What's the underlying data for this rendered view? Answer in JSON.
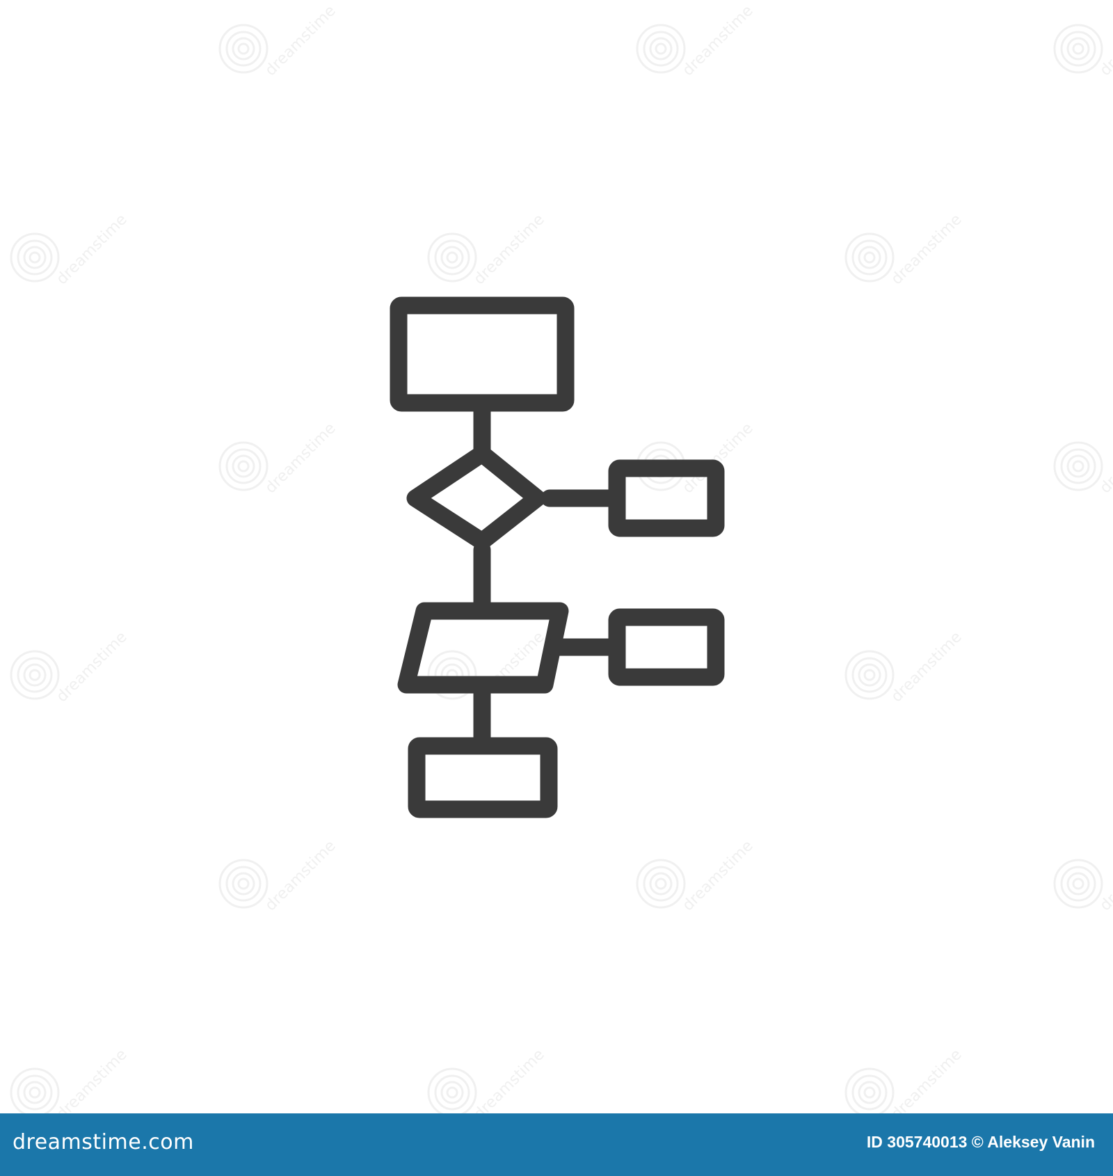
{
  "image": {
    "subject": "flowchart-icon",
    "style": "line-icon",
    "stroke_color": "#3a3a3a",
    "background_color": "#ffffff"
  },
  "watermark": {
    "text": "dreamstime",
    "color": "#e2e2e2",
    "icon": "spiral-icon"
  },
  "footer": {
    "background_color": "#1b77aa",
    "text_color": "#ffffff",
    "logo_text": "dreamstime.com",
    "credit_text": "ID 305740013 © Aleksey Vanin"
  }
}
